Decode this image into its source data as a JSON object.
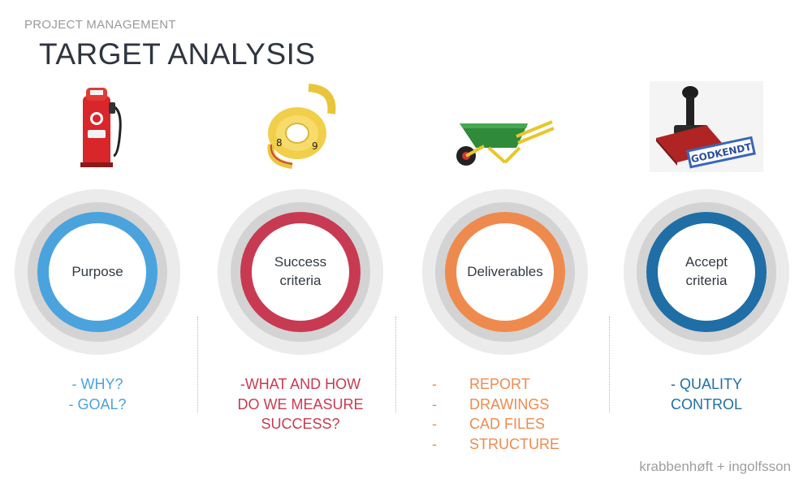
{
  "header": {
    "eyebrow": "PROJECT MANAGEMENT",
    "title": "TARGET ANALYSIS"
  },
  "columns": [
    {
      "label": "Purpose",
      "color": "#4aa3dd",
      "icon": "gas-pump-icon",
      "bullets": [
        "- WHY?",
        "- GOAL?"
      ]
    },
    {
      "label": "Success\ncriteria",
      "color": "#c83a52",
      "icon": "measuring-tape-icon",
      "bullets": [
        "-WHAT AND HOW",
        "DO WE MEASURE",
        "SUCCESS?"
      ]
    },
    {
      "label": "Deliverables",
      "color": "#ef8a4e",
      "icon": "wheelbarrow-icon",
      "bullets": [
        "-        REPORT",
        "-        DRAWINGS",
        "-        CAD FILES",
        "-        STRUCTURE"
      ]
    },
    {
      "label": "Accept\ncriteria",
      "color": "#1f6ea6",
      "icon": "approval-stamp-icon",
      "bullets": [
        "- QUALITY",
        "CONTROL"
      ]
    }
  ],
  "stamp_text": "GODKENDT",
  "footer": "krabbenhøft + ingolfsson"
}
